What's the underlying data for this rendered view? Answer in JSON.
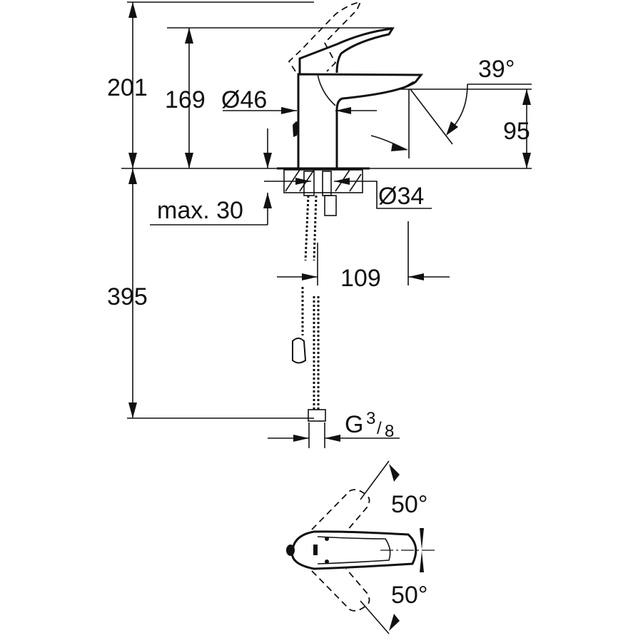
{
  "drawing": {
    "type": "technical dimension drawing of single-lever basin mixer",
    "colors": {
      "line": "#111111",
      "background": "#ffffff"
    },
    "dimensions": {
      "total_height": "201",
      "handle_height": "169",
      "body_diameter": "Ø46",
      "spout_angle": "39°",
      "spout_height": "95",
      "hole_diameter": "Ø34",
      "max_deck_thickness": "max. 30",
      "hose_length": "395",
      "spout_reach": "109",
      "connection_thread": "G",
      "connection_num": "3",
      "connection_den": "8",
      "lever_swing_top": "50°",
      "lever_swing_bottom": "50°"
    }
  }
}
